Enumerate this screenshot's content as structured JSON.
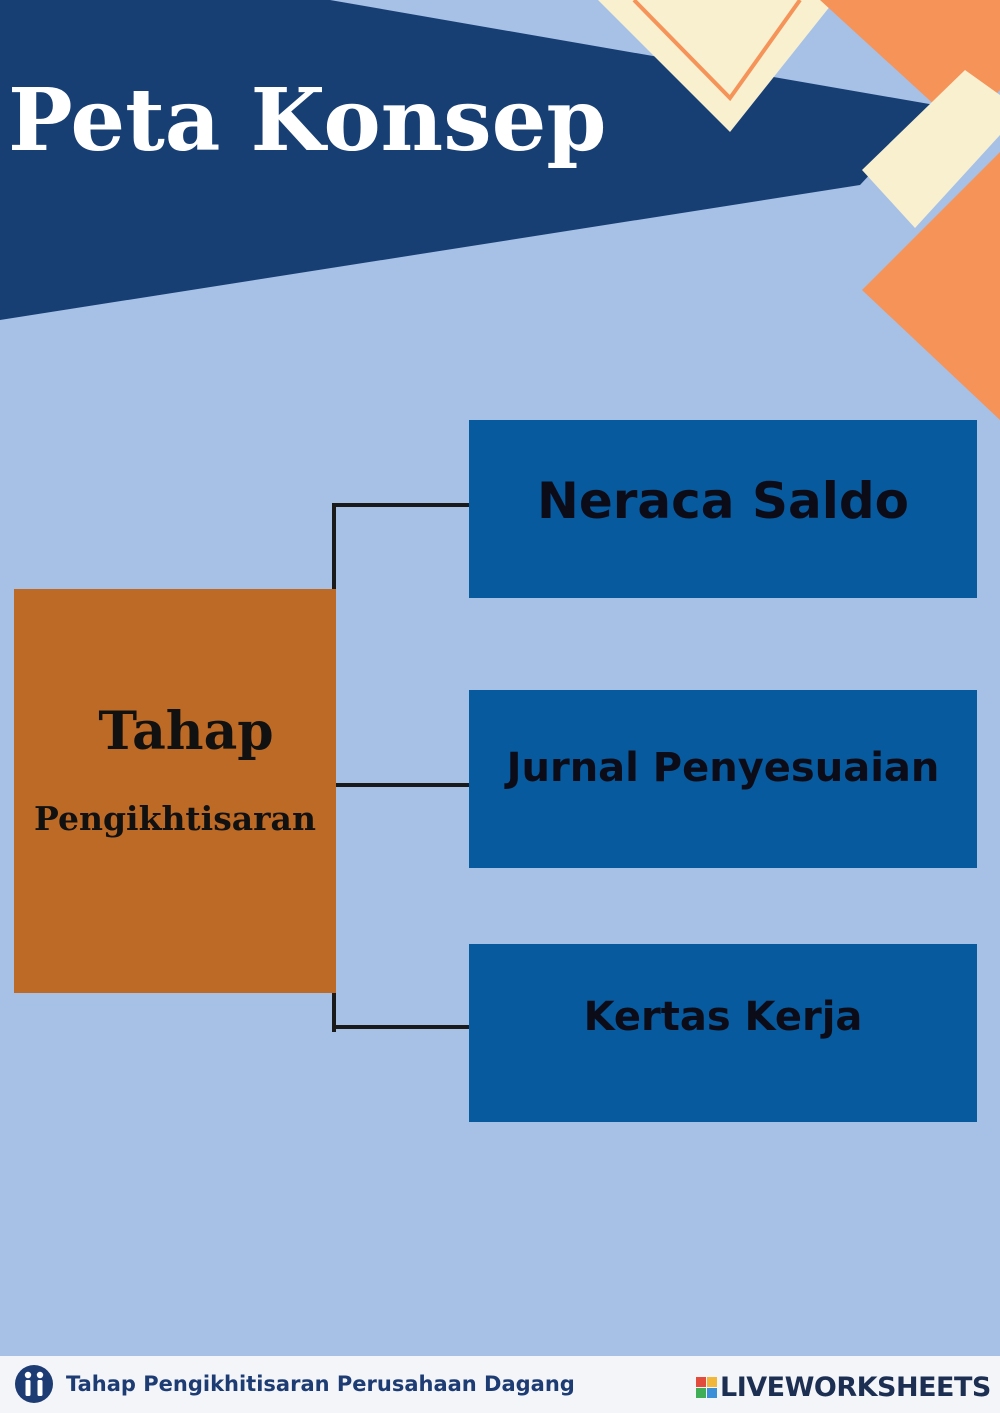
{
  "header": {
    "title": "Peta Konsep"
  },
  "concept_map": {
    "root": {
      "title": "Tahap",
      "subtitle": "Pengikhtisaran"
    },
    "children": [
      {
        "label": "Neraca Saldo"
      },
      {
        "label": "Jurnal Penyesuaian"
      },
      {
        "label": "Kertas Kerja"
      }
    ]
  },
  "colors": {
    "background": "#a6c0e6",
    "banner_navy": "#173f74",
    "root_box": "#bd6a26",
    "child_box": "#065a9d",
    "accent_orange": "#f59359",
    "accent_cream": "#f8f0cf"
  },
  "footer": {
    "caption": "Tahap Pengikhitisaran Perusahaan Dagang",
    "brand": "LIVEWORKSHEETS",
    "logo_icon": "worksheet-logo-icon"
  }
}
